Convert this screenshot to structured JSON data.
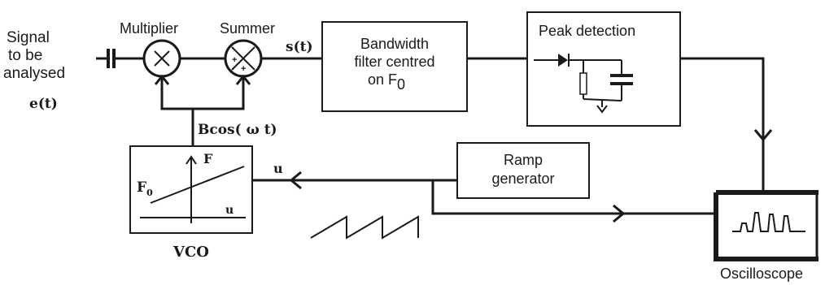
{
  "labels": {
    "input": [
      "Signal",
      "to be",
      "analysed"
    ],
    "input_symbol": "e(t)",
    "multiplier": "Multiplier",
    "summer": "Summer",
    "summer_output": "s(t)",
    "filter": [
      "Bandwidth",
      "filter centred",
      "on F"
    ],
    "filter_subscript": "0",
    "peak_detection": "Peak detection",
    "vco_feedback": "Bcos( ω t)",
    "vco": "VCO",
    "vco_axis_f": "F",
    "vco_axis_u": "u",
    "vco_f0": "F",
    "vco_f0_subscript": "0",
    "ramp_output": "u",
    "ramp": [
      "Ramp",
      "generator"
    ],
    "oscilloscope": "Oscilloscope"
  }
}
